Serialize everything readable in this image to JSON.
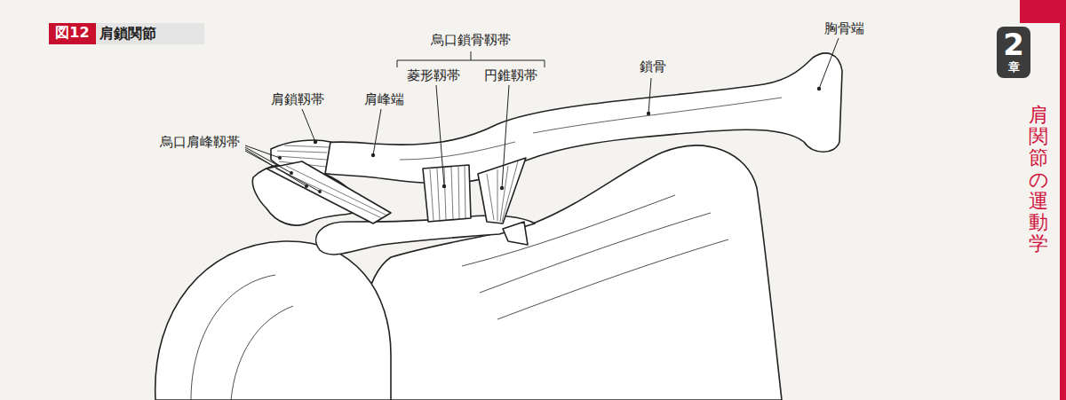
{
  "diagram": {
    "title": "肩鎖関節",
    "nodes": [
      {
        "text": [
          "図12"
        ]
      },
      {
        "text": [
          "2",
          "章"
        ]
      }
    ],
    "labels": [
      "烏口鎖骨靱帯",
      "菱形靱帯",
      "円錐靱帯",
      "肩鎖靱帯",
      "肩峰端",
      "鎖骨",
      "胸骨端",
      "烏口肩峰靱帯",
      "肩関節の運動学"
    ]
  }
}
